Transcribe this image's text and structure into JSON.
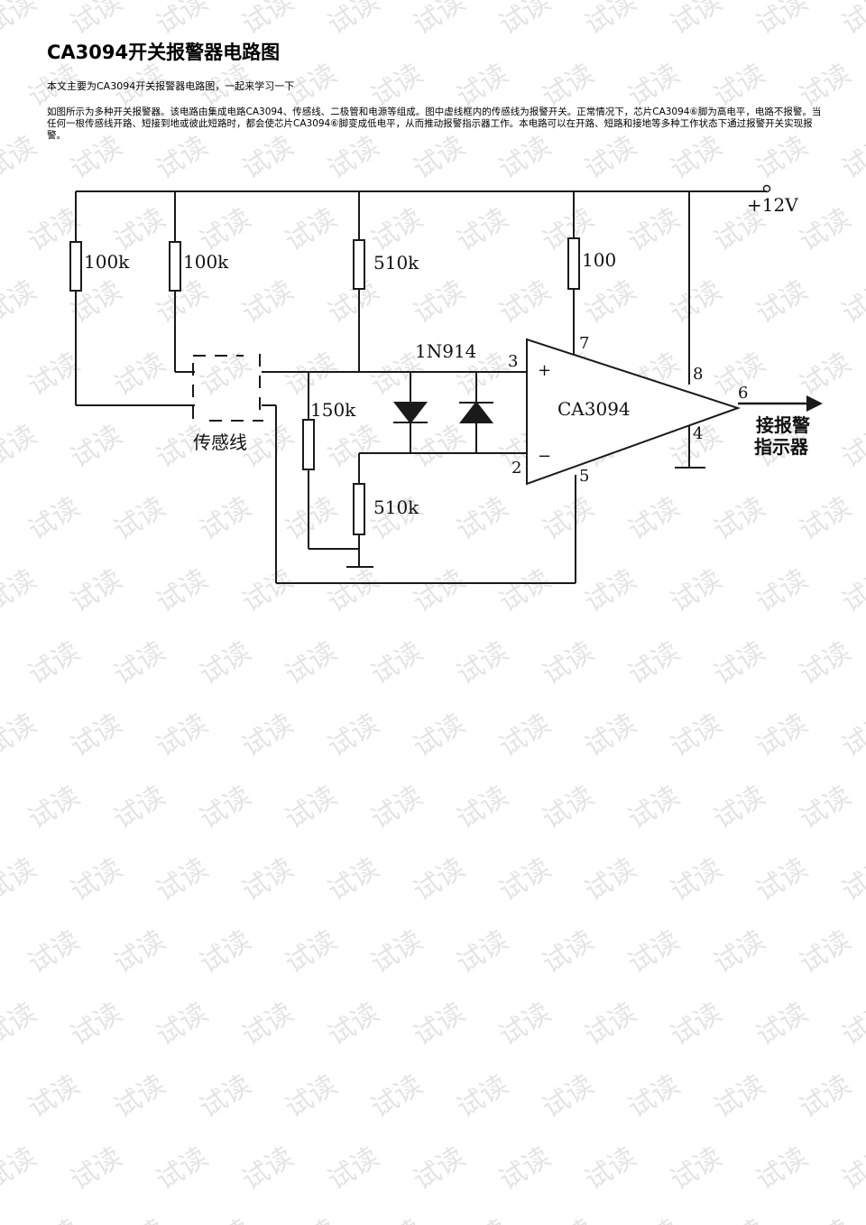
{
  "page": {
    "title": "CA3094开关报警器电路图",
    "intro": "本文主要为CA3094开关报警器电路图，一起来学习一下",
    "description": "如图所示为多种开关报警器。该电路由集成电路CA3094、传感线、二极管和电源等组成。图中虚线框内的传感线为报警开关。正常情况下，芯片CA3094⑥脚为高电平，电路不报警。当任何一根传感线开路、短接到地或彼此短路时，都会使芯片CA3094⑥脚变成低电平，从而推动报警指示器工作。本电路可以在开路、短路和接地等多种工作状态下通过报警开关实现报警。"
  },
  "watermark": {
    "text": "试读",
    "color": "#e4e4e4"
  },
  "circuit": {
    "supply": "+12V",
    "resistors": {
      "r1": "100k",
      "r2": "100k",
      "r3": "510k",
      "r4": "100",
      "r5": "150k",
      "r6": "510k"
    },
    "diode": "1N914",
    "chip": "CA3094",
    "pins": {
      "p2": "2",
      "p3": "3",
      "p4": "4",
      "p5": "5",
      "p6": "6",
      "p7": "7",
      "p8": "8"
    },
    "plus_sign": "+",
    "minus_sign": "−",
    "sensor_label": "传感线",
    "output_label_line1": "接报警",
    "output_label_line2": "指示器"
  }
}
